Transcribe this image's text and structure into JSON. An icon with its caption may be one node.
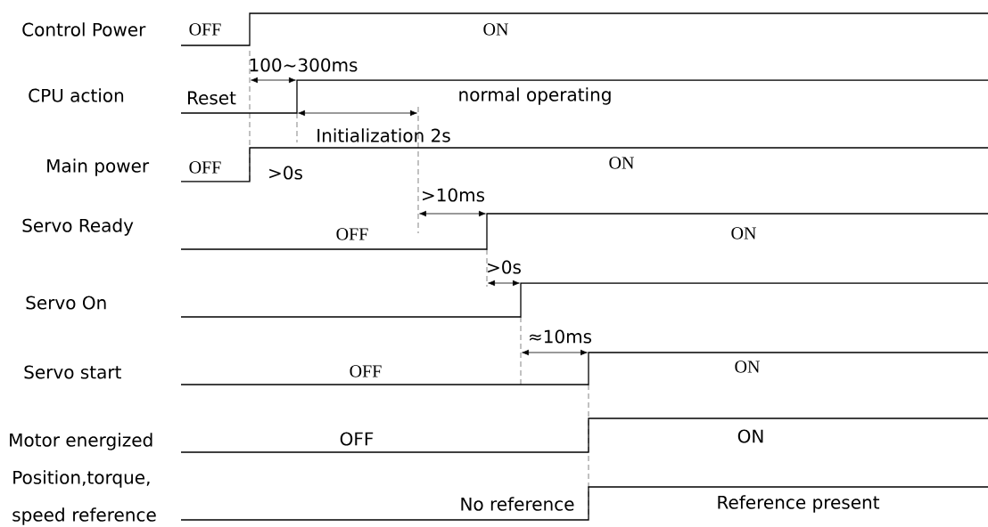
{
  "diagram": {
    "labels": [
      "Control Power",
      "OFF",
      "ON",
      "100~300ms",
      "CPU action",
      "Reset",
      "normal operating",
      "Initialization 2s",
      "Main power",
      "OFF",
      ">0s",
      "ON",
      ">10ms",
      "Servo Ready",
      "OFF",
      "ON",
      ">0s",
      "Servo On",
      "≈10ms",
      "Servo start",
      "OFF",
      "ON",
      "Motor energized",
      "OFF",
      "ON",
      "Position,torque, speed reference",
      "No reference",
      "Reference present"
    ]
  }
}
